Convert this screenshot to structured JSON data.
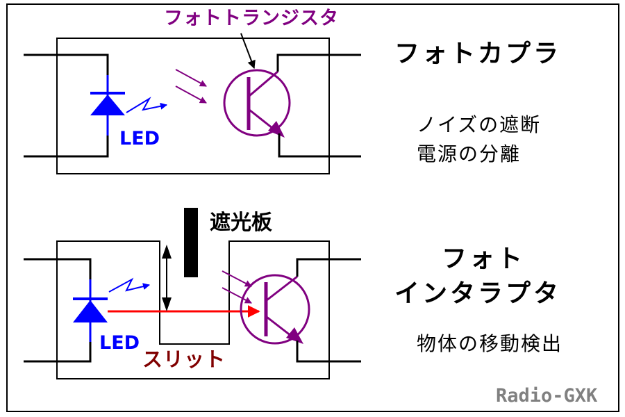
{
  "colors": {
    "led": "#0000ff",
    "transistor": "#800080",
    "beam": "#ff0000",
    "slit": "#800000",
    "watermark": "#808080",
    "line": "#000000"
  },
  "top": {
    "phototransistor_label": "フォトトランジスタ",
    "title": "フォトカプラ",
    "led_label": "LED",
    "uses": [
      "ノイズの遮断",
      "電源の分離"
    ]
  },
  "bottom": {
    "shield_label": "遮光板",
    "title_lines": [
      "フォト",
      "インタラプタ"
    ],
    "led_label": "LED",
    "slit_label": "スリット",
    "use": "物体の移動検出"
  },
  "watermark": "Radio-GXK"
}
